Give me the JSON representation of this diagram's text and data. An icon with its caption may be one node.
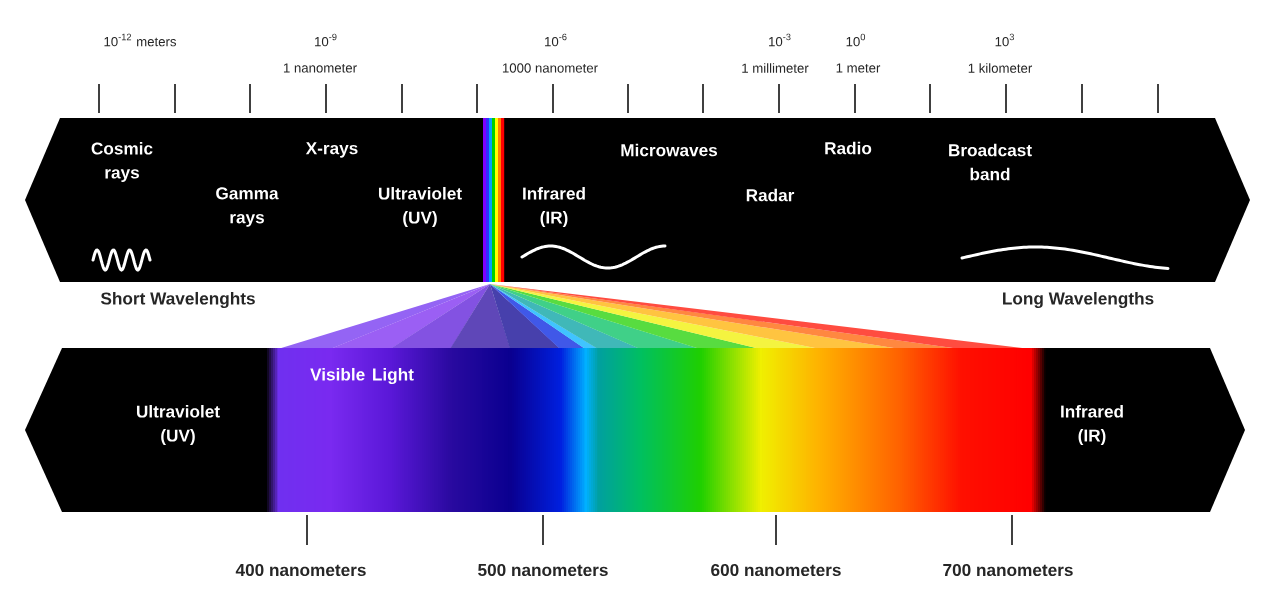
{
  "diagram": {
    "nodes": [
      {
        "text": [
          "Cosmic rays",
          "Gamma rays",
          "X-rays",
          "Ultraviolet (UV)",
          "Infrared (IR)",
          "Microwaves",
          "Radar",
          "Radio",
          "Broadcast band"
        ]
      },
      {
        "text": [
          "Ultraviolet (UV)",
          "Visible Light",
          "Infrared (IR)"
        ]
      }
    ],
    "labels": [
      "10$^{-12}$ meters",
      "10$^{-9}$",
      "10$^{-6}$",
      "10$^{-3}$",
      "10$^{0}$",
      "10$^{3}$",
      "1 nanometer",
      "1000 nanometer",
      "1 millimeter",
      "1 meter",
      "1 kilometer",
      "Short Wavelenghts",
      "Long Wavelengths",
      "400 nanometers",
      "500 nanometers",
      "600 nanometers",
      "700 nanometers"
    ]
  }
}
